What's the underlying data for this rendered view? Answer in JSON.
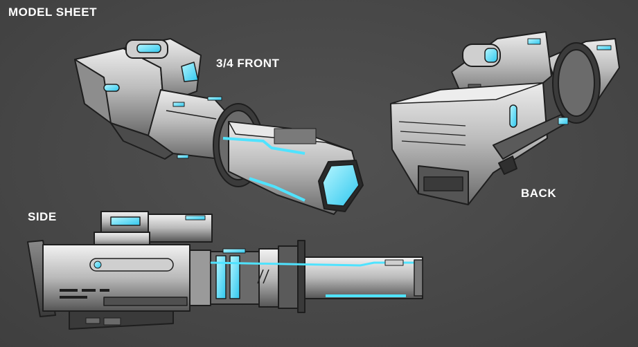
{
  "sheet": {
    "title": "MODEL SHEET",
    "views": {
      "front": "3/4 FRONT",
      "back": "BACK",
      "side": "SIDE"
    }
  },
  "colors": {
    "background": "#4a4a4a",
    "metal_light": "#d9d9d9",
    "metal_mid": "#a8a8a8",
    "metal_dark": "#5a5a5a",
    "outline": "#1e1e1e",
    "glow": "#4fe3ff"
  }
}
